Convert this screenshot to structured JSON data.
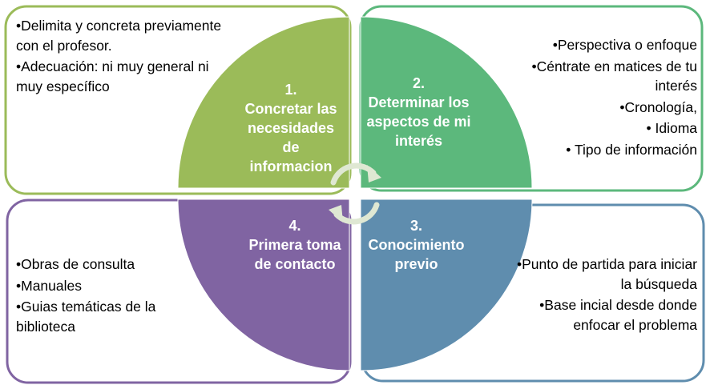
{
  "colors": {
    "green_light": "#9BBB59",
    "green_light_border": "#8aaa48",
    "green_teal": "#5CB87C",
    "green_teal_border": "#4aa86a",
    "blue": "#5F8DAE",
    "blue_border": "#4e7da0",
    "purple": "#8064A2",
    "purple_border": "#715394",
    "cycle_arrow": "#dfe8d3"
  },
  "quadrants": {
    "top_left": {
      "number": "1.",
      "title": "Concretar las necesidades de informacion",
      "notes": [
        "•Delimita y concreta previamente con el profesor.",
        "•Adecuación: ni muy general ni muy específico"
      ]
    },
    "top_right": {
      "number": "2.",
      "title": "Determinar los aspectos de mi interés",
      "notes": [
        "•Perspectiva o enfoque",
        "•Céntrate en matices de tu interés",
        "•Cronología,",
        "• Idioma",
        "• Tipo de información"
      ]
    },
    "bottom_right": {
      "number": "3.",
      "title": "Conocimiento previo",
      "notes": [
        "•Punto de partida para iniciar la búsqueda",
        "•Base incial desde donde enfocar el problema"
      ]
    },
    "bottom_left": {
      "number": "4.",
      "title": "Primera toma de contacto",
      "notes": [
        "•Obras de consulta",
        "•Manuales",
        "•Guias temáticas de la biblioteca"
      ]
    }
  }
}
